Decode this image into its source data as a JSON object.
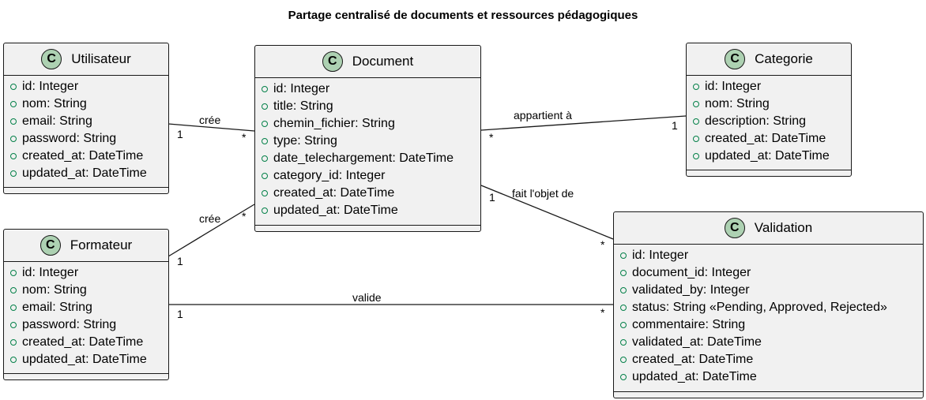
{
  "diagram": {
    "title": "Partage centralisé de documents et ressources pédagogiques",
    "class_icon": "C",
    "classes": {
      "utilisateur": {
        "name": "Utilisateur",
        "attributes": [
          "id: Integer",
          "nom: String",
          "email: String",
          "password: String",
          "created_at: DateTime",
          "updated_at: DateTime"
        ]
      },
      "document": {
        "name": "Document",
        "attributes": [
          "id: Integer",
          "title: String",
          "chemin_fichier: String",
          "type: String",
          "date_telechargement: DateTime",
          "category_id: Integer",
          "created_at: DateTime",
          "updated_at: DateTime"
        ]
      },
      "categorie": {
        "name": "Categorie",
        "attributes": [
          "id: Integer",
          "nom: String",
          "description: String",
          "created_at: DateTime",
          "updated_at: DateTime"
        ]
      },
      "formateur": {
        "name": "Formateur",
        "attributes": [
          "id: Integer",
          "nom: String",
          "email: String",
          "password: String",
          "created_at: DateTime",
          "updated_at: DateTime"
        ]
      },
      "validation": {
        "name": "Validation",
        "attributes": [
          "id: Integer",
          "document_id: Integer",
          "validated_by: Integer",
          "status: String «Pending, Approved, Rejected»",
          "commentaire: String",
          "validated_at: DateTime",
          "created_at: DateTime",
          "updated_at: DateTime"
        ]
      }
    },
    "relations": {
      "utilisateur_document": {
        "label": "crée",
        "from_mult": "1",
        "to_mult": "*"
      },
      "formateur_document": {
        "label": "crée",
        "from_mult": "1",
        "to_mult": "*"
      },
      "document_categorie": {
        "label": "appartient à",
        "from_mult": "*",
        "to_mult": "1"
      },
      "document_validation": {
        "label": "fait l'objet de",
        "from_mult": "1",
        "to_mult": "*"
      },
      "formateur_validation": {
        "label": "valide",
        "from_mult": "1",
        "to_mult": "*"
      }
    },
    "colors": {
      "class_fill": "#f1f1f1",
      "class_border": "#181818",
      "badge_fill": "#add1b2",
      "visibility_marker": "#038048"
    }
  }
}
